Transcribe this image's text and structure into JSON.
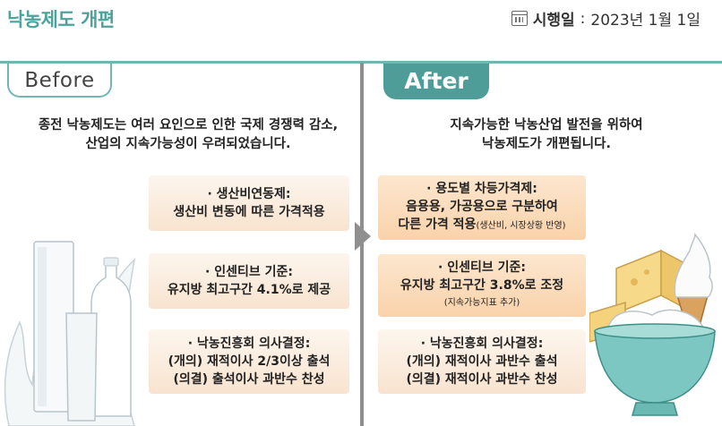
{
  "header": {
    "title": "낙농제도 개편",
    "date_label": "시행일",
    "date_sep": ":",
    "date_value": "2023년 1월 1일"
  },
  "before": {
    "tab_label": "Before",
    "intro_line1": "종전 낙농제도는 여러 요인으로 인한 국제 경쟁력 감소,",
    "intro_line2": "산업의 지속가능성이 우려되었습니다.",
    "boxes": [
      {
        "line1": "· 생산비연동제:",
        "line2": "생산비 변동에 따른 가격적용"
      },
      {
        "line1": "· 인센티브 기준:",
        "line2": "유지방 최고구간 4.1%로 제공"
      },
      {
        "line1": "· 낙농진흥회 의사결정:",
        "line2": "(개의) 재적이사 2/3이상 출석",
        "line3": "(의결) 출석이사 과반수 찬성"
      }
    ]
  },
  "after": {
    "tab_label": "After",
    "intro_line1": "지속가능한 낙농산업 발전을 위하여",
    "intro_line2": "낙농제도가 개편됩니다.",
    "boxes": [
      {
        "line1": "· 용도별 차등가격제:",
        "line2": "음용용, 가공용으로 구분하여",
        "line3": "다른 가격 적용",
        "note": "(생산비, 시장상황 반영)"
      },
      {
        "line1": "· 인센티브 기준:",
        "line2": "유지방 최고구간 3.8%로 조정",
        "note": "(지속가능지표 추가)"
      },
      {
        "line1": "· 낙농진흥회 의사결정:",
        "line2": "(개의) 재적이사 과반수 출석",
        "line3": "(의결) 재적이사 과반수 찬성"
      }
    ]
  },
  "colors": {
    "accent": "#4aa39c",
    "after_tab": "#4f9d98",
    "divider": "#8f8f8f",
    "before_box": "#f8e3cf",
    "after_box": "#f9d2aa"
  }
}
